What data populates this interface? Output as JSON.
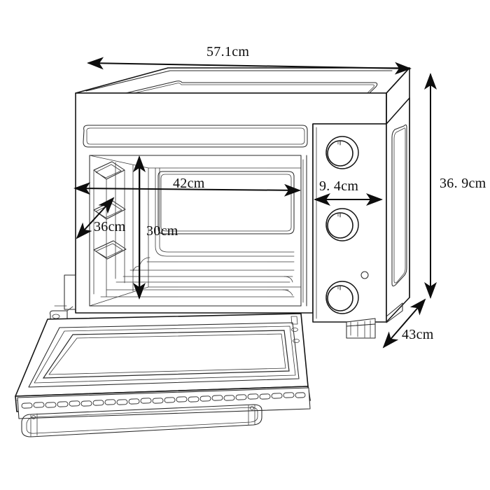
{
  "drawing": {
    "title": "Countertop convection oven — dimensioned technical line drawing",
    "subject": "oven",
    "view": "three-quarter perspective, door open",
    "units": "cm",
    "line_color": "#151515",
    "background_color": "#ffffff"
  },
  "dimensions": {
    "overall_width": {
      "id": "overall-width",
      "label": "57.1cm",
      "value": 57.1,
      "unit": "cm",
      "axis": "horizontal",
      "placement": "top",
      "arrow": "double"
    },
    "overall_height": {
      "id": "overall-height",
      "label": "36. 9cm",
      "value": 36.9,
      "unit": "cm",
      "axis": "vertical",
      "placement": "right",
      "arrow": "double"
    },
    "overall_depth": {
      "id": "overall-depth",
      "label": "43cm",
      "value": 43,
      "unit": "cm",
      "axis": "diagonal",
      "placement": "bottom-right",
      "arrow": "double"
    },
    "control_panel_width": {
      "id": "control-panel-width",
      "label": "9. 4cm",
      "value": 9.4,
      "unit": "cm",
      "axis": "horizontal",
      "placement": "control-panel",
      "arrow": "double"
    },
    "cavity_width": {
      "id": "cavity-width",
      "label": "42cm",
      "value": 42,
      "unit": "cm",
      "axis": "horizontal",
      "placement": "interior",
      "arrow": "double"
    },
    "cavity_height": {
      "id": "cavity-height",
      "label": "30cm",
      "value": 30,
      "unit": "cm",
      "axis": "vertical",
      "placement": "interior",
      "arrow": "double"
    },
    "cavity_depth": {
      "id": "cavity-depth",
      "label": "36cm",
      "value": 36,
      "unit": "cm",
      "axis": "diagonal",
      "placement": "interior-left-wall",
      "arrow": "double"
    }
  },
  "parts": {
    "top_panel": "top-panel",
    "top_recess": "top-recessed-panel",
    "front_trim": "front-upper-trim-strip",
    "cavity": "oven-cavity",
    "cavity_window_frame": "cavity-front-frame",
    "left_wall_rails": "rack-support-rails",
    "bottom_heating_elements": "bottom-heating-elements",
    "top_heating_element": "top-heating-element",
    "control_panel": "control-panel",
    "knobs": [
      "knob-upper",
      "knob-middle",
      "knob-lower"
    ],
    "indicator_light": "indicator-light",
    "side_panel": "right-side-panel",
    "side_recess": "right-side-recessed-panel",
    "foot_right": "foot-right-front",
    "foot_rear": "foot-rear",
    "door": "oven-door-open",
    "door_glass": "door-glass-window",
    "door_vent_strip": "door-vent-strip",
    "door_handle": "door-handle",
    "hinge": "door-hinge"
  },
  "counts": {
    "knobs": 3,
    "vent_slots": 24,
    "rack_rails": 3
  }
}
